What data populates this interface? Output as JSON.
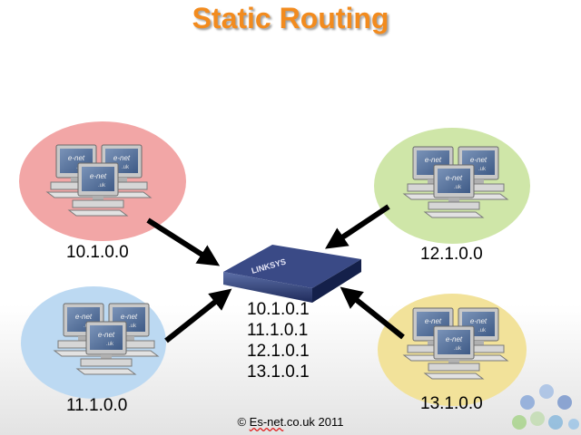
{
  "title": "Static Routing",
  "networks": [
    {
      "id": "red",
      "label": "10.1.0.0",
      "color": "#f2a6a6"
    },
    {
      "id": "green",
      "label": "12.1.0.0",
      "color": "#cfe6a8"
    },
    {
      "id": "blue",
      "label": "11.1.0.0",
      "color": "#bcd9f2"
    },
    {
      "id": "yellow",
      "label": "13.1.0.0",
      "color": "#f2e29a"
    }
  ],
  "router": {
    "brand": "LINKSYS",
    "interfaces": [
      "10.1.0.1",
      "11.1.0.1",
      "12.1.0.1",
      "13.1.0.1"
    ]
  },
  "footer": {
    "prefix": "© ",
    "brand": "Es-net",
    "suffix": ".co.uk 2011"
  },
  "colors": {
    "title": "#f28b1e",
    "arrow": "#000000"
  }
}
